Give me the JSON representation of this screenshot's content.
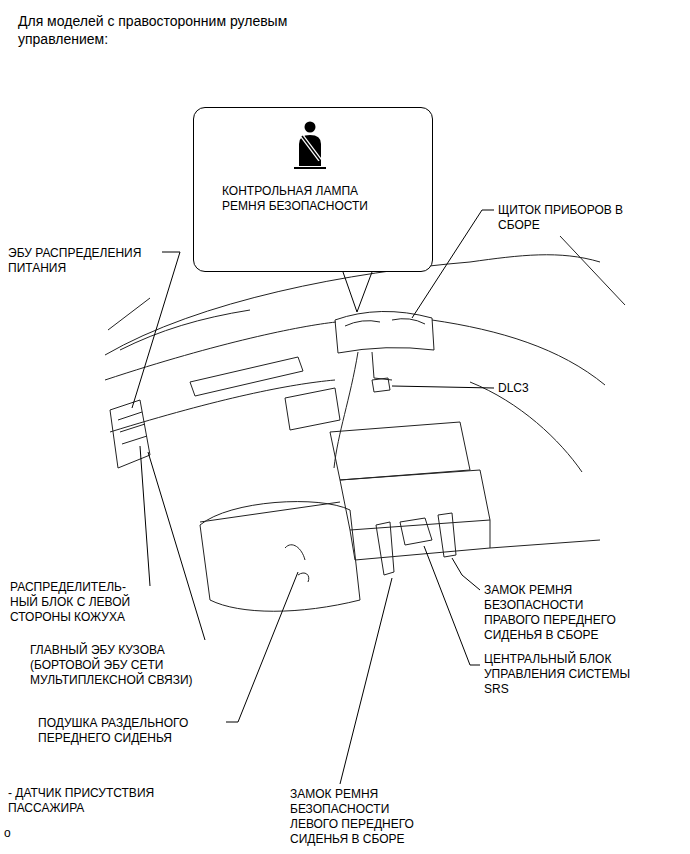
{
  "diagram": {
    "title": "Для моделей с правосторонним рулевым управлением:",
    "nodes": [
      {
        "text": [
          "КОНТРОЛЬНАЯ ЛАМПА РЕМНЯ БЕЗОПАСНОСТИ"
        ]
      }
    ],
    "labels": [
      "ЩИТОК ПРИБОРОВ В СБОРЕ",
      "ЭБУ РАСПРЕДЕЛЕНИЯ ПИТАНИЯ",
      "DLC3",
      "РАСПРЕДЕЛИТЕЛЬ- НЫЙ БЛОК С ЛЕВОЙ СТОРОНЫ КОЖУХА",
      "ЗАМОК РЕМНЯ БЕЗОПАСНОСТИ ПРАВОГО ПЕРЕДНЕГО СИДЕНЬЯ В СБОРЕ",
      "ГЛАВНЫЙ ЭБУ КУЗОВА (БОРТОВОЙ ЭБУ СЕТИ МУЛЬТИПЛЕКСНОЙ СВЯЗИ)",
      "ЦЕНТРАЛЬНЫЙ БЛОК УПРАВЛЕНИЯ СИСТЕМЫ SRS",
      "ПОДУШКА РАЗДЕЛЬНОГО ПЕРЕДНЕГО СИДЕНЬЯ",
      "- ДАТЧИК ПРИСУТСТВИЯ ПАССАЖИРА",
      "ЗАМОК РЕМНЯ БЕЗОПАСНОСТИ ЛЕВОГО ПЕРЕДНЕГО СИДЕНЬЯ В СБОРЕ",
      "o"
    ]
  }
}
